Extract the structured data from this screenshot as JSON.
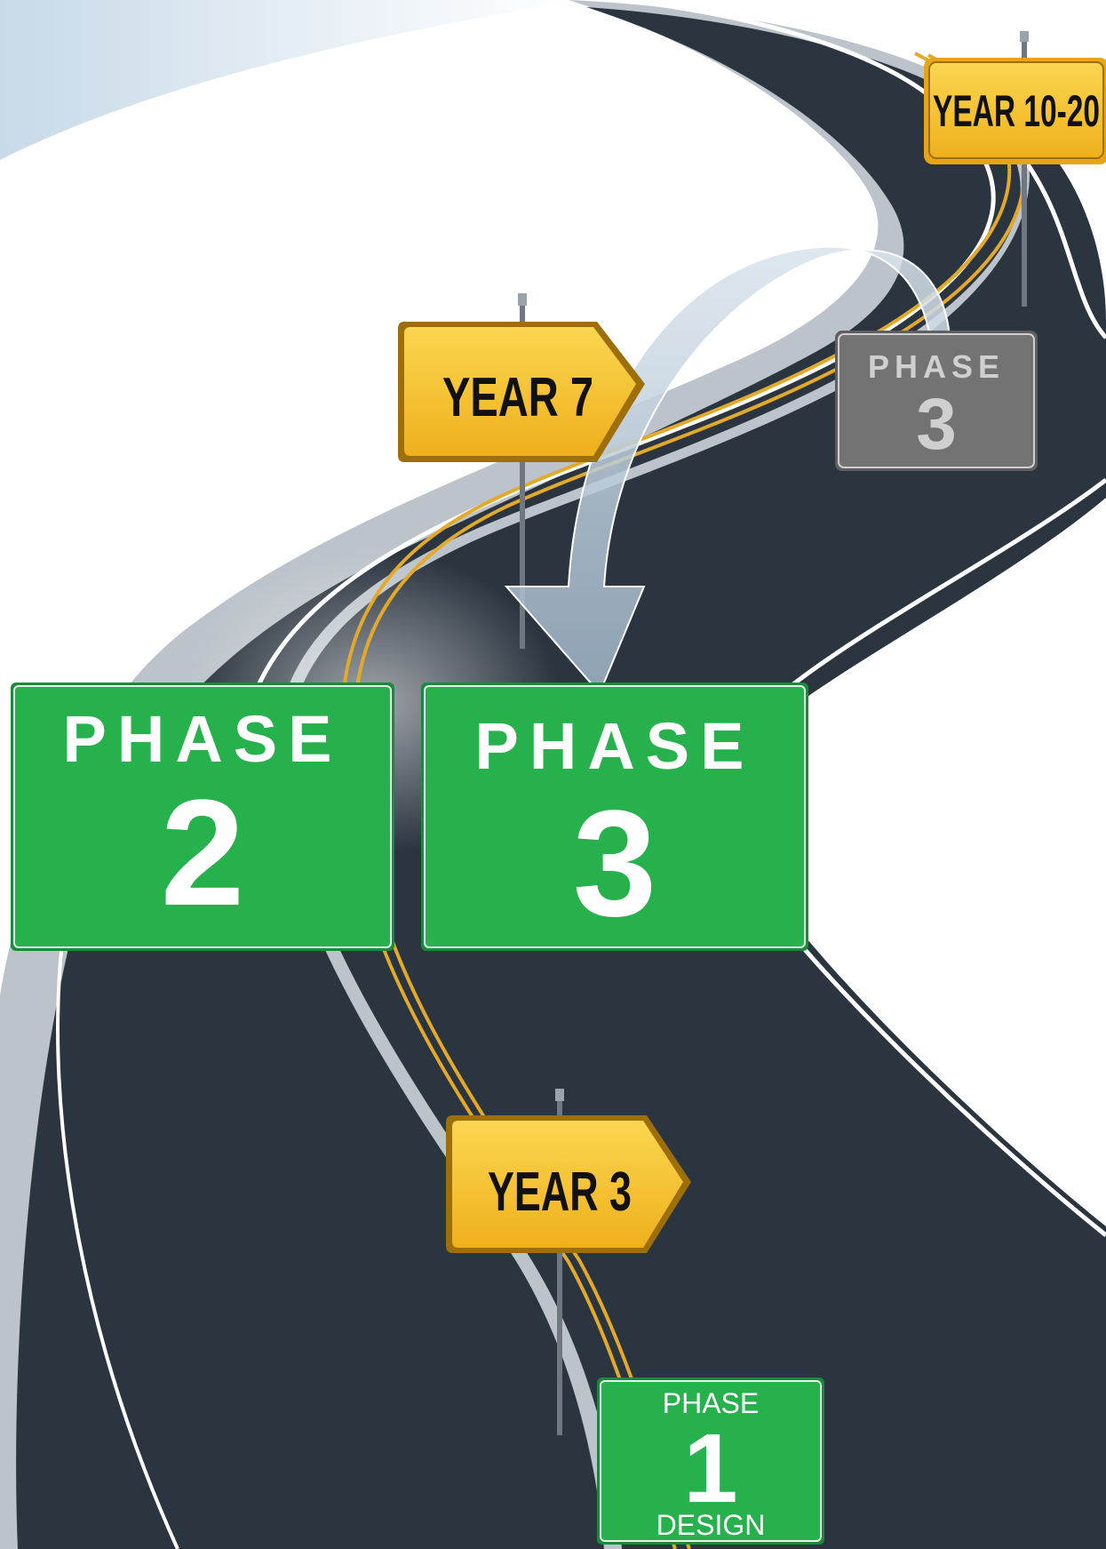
{
  "signs": {
    "year_10_20": {
      "label": "YEAR 10-20"
    },
    "year_7": {
      "label": "YEAR 7"
    },
    "year_3": {
      "label": "YEAR 3"
    },
    "phase_3_faded": {
      "word": "PHASE",
      "number": "3"
    },
    "phase_2": {
      "word": "PHASE",
      "number": "2"
    },
    "phase_3": {
      "word": "PHASE",
      "number": "3"
    },
    "phase_1": {
      "word": "PHASE",
      "number": "1",
      "caption": "DESIGN"
    }
  },
  "colors": {
    "road": "#2b3540",
    "road_edge": "#bcc3ca",
    "road_line": "#ffffff",
    "center_line": "#e3a92a",
    "sky": "#dde8f2",
    "yellow_sign": "#f6c431",
    "yellow_sign_dark": "#e5a516",
    "green_sign": "#26b14c",
    "gray_sign": "#6f6f6f",
    "arrow": "#a8bccd"
  }
}
